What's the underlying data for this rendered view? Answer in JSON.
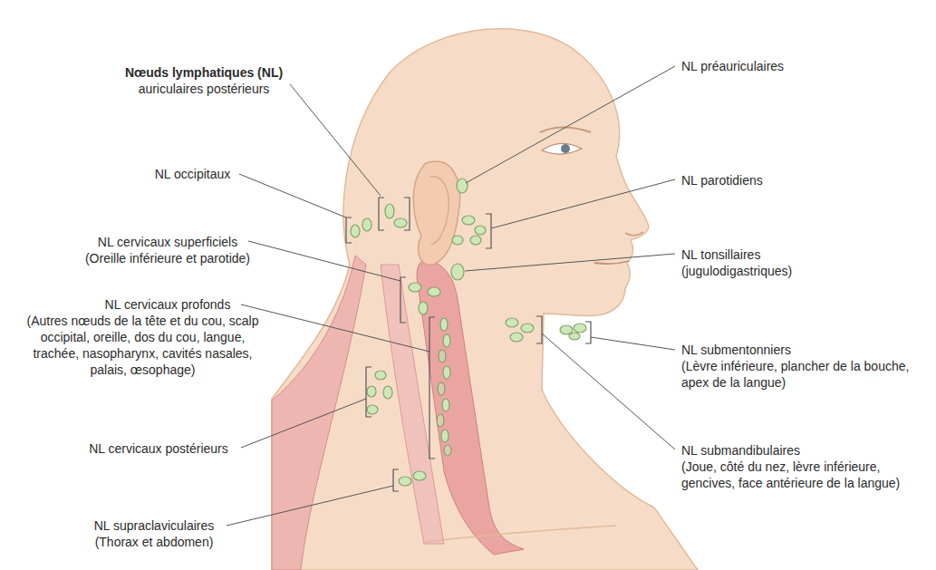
{
  "diagram": {
    "labels": [
      "Nœuds lymphatiques (NL)",
      "auriculaires postérieurs",
      "NL occipitaux",
      "NL cervicaux superficiels",
      "(Oreille inférieure et parotide)",
      "NL cervicaux profonds",
      "(Autres nœuds de la tête et du cou, scalp occipital, oreille, dos du cou, langue, trachée, nasopharynx, cavités nasales, palais, œsophage)",
      "NL cervicaux postérieurs",
      "NL supraclaviculaires",
      "(Thorax et abdomen)",
      "NL préauriculaires",
      "NL parotidiens",
      "NL tonsillaires",
      "(jugulodigastriques)",
      "NL submentonniers",
      "(Lèvre inférieure, plancher de la bouche, apex de la langue)",
      "NL submandibulaires",
      "(Joue, côté du nez, lèvre inférieure, gencives, face antérieure de la langue)"
    ]
  }
}
